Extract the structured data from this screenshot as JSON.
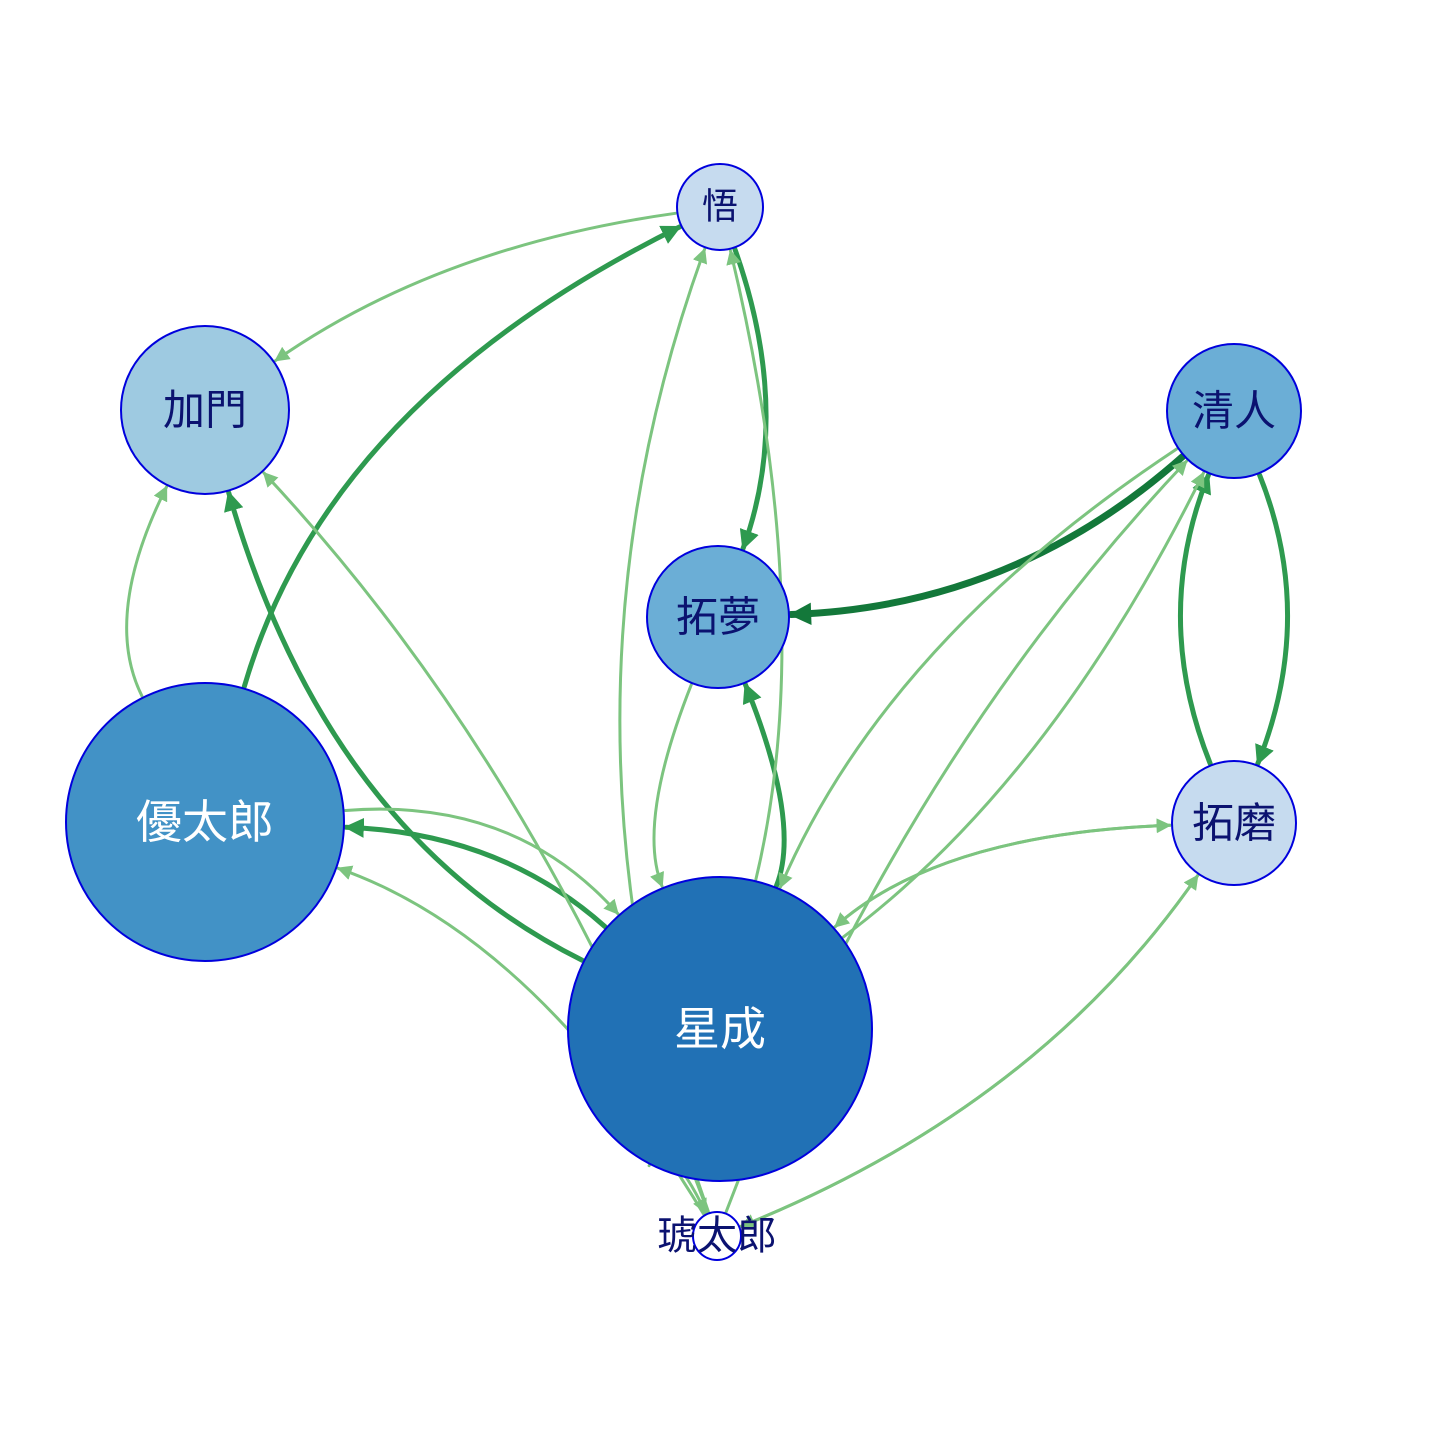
{
  "palette": {
    "node_stroke": "#0000dd",
    "label_dark": "#0b1270",
    "label_light": "#ffffff",
    "edge_light": "#7cc47f",
    "edge_mid": "#2e9a4f",
    "edge_dark": "#13783a"
  },
  "nodes": [
    {
      "id": "satoru",
      "label": "悟",
      "fill": "#c6dbef",
      "label_color": "dark"
    },
    {
      "id": "kamon",
      "label": "加門",
      "fill": "#9ecae1",
      "label_color": "dark"
    },
    {
      "id": "kiyoto",
      "label": "清人",
      "fill": "#6baed6",
      "label_color": "dark"
    },
    {
      "id": "takumu",
      "label": "拓夢",
      "fill": "#6baed6",
      "label_color": "dark"
    },
    {
      "id": "takuma",
      "label": "拓磨",
      "fill": "#c6dbef",
      "label_color": "dark"
    },
    {
      "id": "yutaro",
      "label": "優太郎",
      "fill": "#4292c6",
      "label_color": "light"
    },
    {
      "id": "seina",
      "label": "星成",
      "fill": "#2171b5",
      "label_color": "light"
    },
    {
      "id": "kotaro",
      "label": "琥太郎",
      "fill": "#ffffff",
      "label_color": "dark"
    }
  ],
  "edges": [
    {
      "from": "yutaro",
      "to": "satoru",
      "weight": "mid"
    },
    {
      "from": "satoru",
      "to": "kamon",
      "weight": "light"
    },
    {
      "from": "satoru",
      "to": "takumu",
      "weight": "mid"
    },
    {
      "from": "kiyoto",
      "to": "takumu",
      "weight": "dark"
    },
    {
      "from": "kiyoto",
      "to": "takuma",
      "weight": "mid"
    },
    {
      "from": "takuma",
      "to": "kiyoto",
      "weight": "mid"
    },
    {
      "from": "seina",
      "to": "kamon",
      "weight": "mid"
    },
    {
      "from": "seina",
      "to": "yutaro",
      "weight": "mid"
    },
    {
      "from": "seina",
      "to": "takumu",
      "weight": "mid"
    },
    {
      "from": "seina",
      "to": "satoru",
      "weight": "light"
    },
    {
      "from": "takumu",
      "to": "seina",
      "weight": "light"
    },
    {
      "from": "yutaro",
      "to": "kamon",
      "weight": "light"
    },
    {
      "from": "yutaro",
      "to": "seina",
      "weight": "light"
    },
    {
      "from": "seina",
      "to": "kiyoto",
      "weight": "light"
    },
    {
      "from": "takuma",
      "to": "seina",
      "weight": "light"
    },
    {
      "from": "seina",
      "to": "takuma",
      "weight": "light"
    },
    {
      "from": "kiyoto",
      "to": "seina",
      "weight": "light"
    },
    {
      "from": "kotaro",
      "to": "satoru",
      "weight": "light"
    },
    {
      "from": "kotaro",
      "to": "kamon",
      "weight": "light"
    },
    {
      "from": "kotaro",
      "to": "yutaro",
      "weight": "light"
    },
    {
      "from": "kotaro",
      "to": "kiyoto",
      "weight": "light"
    },
    {
      "from": "kotaro",
      "to": "takuma",
      "weight": "light"
    },
    {
      "from": "takuma",
      "to": "kotaro",
      "weight": "light"
    },
    {
      "from": "seina",
      "to": "kotaro",
      "weight": "light"
    }
  ]
}
